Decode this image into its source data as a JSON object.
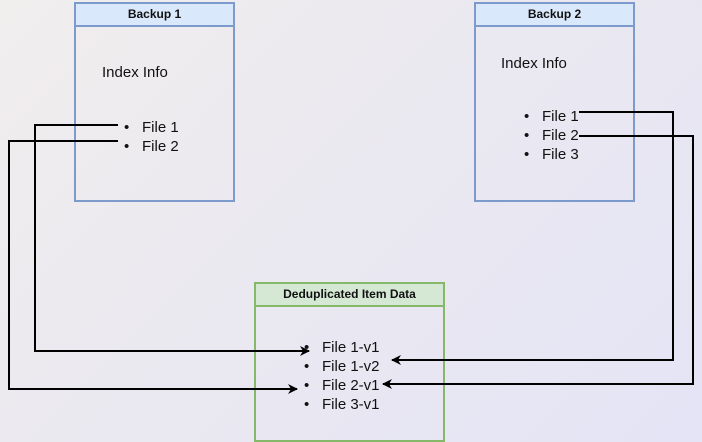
{
  "backup1": {
    "title": "Backup 1",
    "index_title": "Index Info",
    "files": [
      "File 1",
      "File 2"
    ]
  },
  "backup2": {
    "title": "Backup 2",
    "index_title": "Index Info",
    "files": [
      "File 1",
      "File 2",
      "File 3"
    ]
  },
  "dedup": {
    "title": "Deduplicated Item Data",
    "items": [
      "File 1-v1",
      "File 1-v2",
      "File 2-v1",
      "File 3-v1"
    ]
  },
  "links": [
    {
      "from": "Backup 1 / File 1",
      "to": "File 1-v1"
    },
    {
      "from": "Backup 1 / File 2",
      "to": "File 2-v1"
    },
    {
      "from": "Backup 2 / File 1",
      "to": "File 1-v2"
    },
    {
      "from": "Backup 2 / File 2",
      "to": "File 2-v1"
    }
  ],
  "colors": {
    "backup_border": "#7c9acb",
    "backup_header_fill": "#dae8fc",
    "dedup_border": "#86b86a",
    "dedup_header_fill": "#d5e8d4",
    "connector": "#000000"
  }
}
